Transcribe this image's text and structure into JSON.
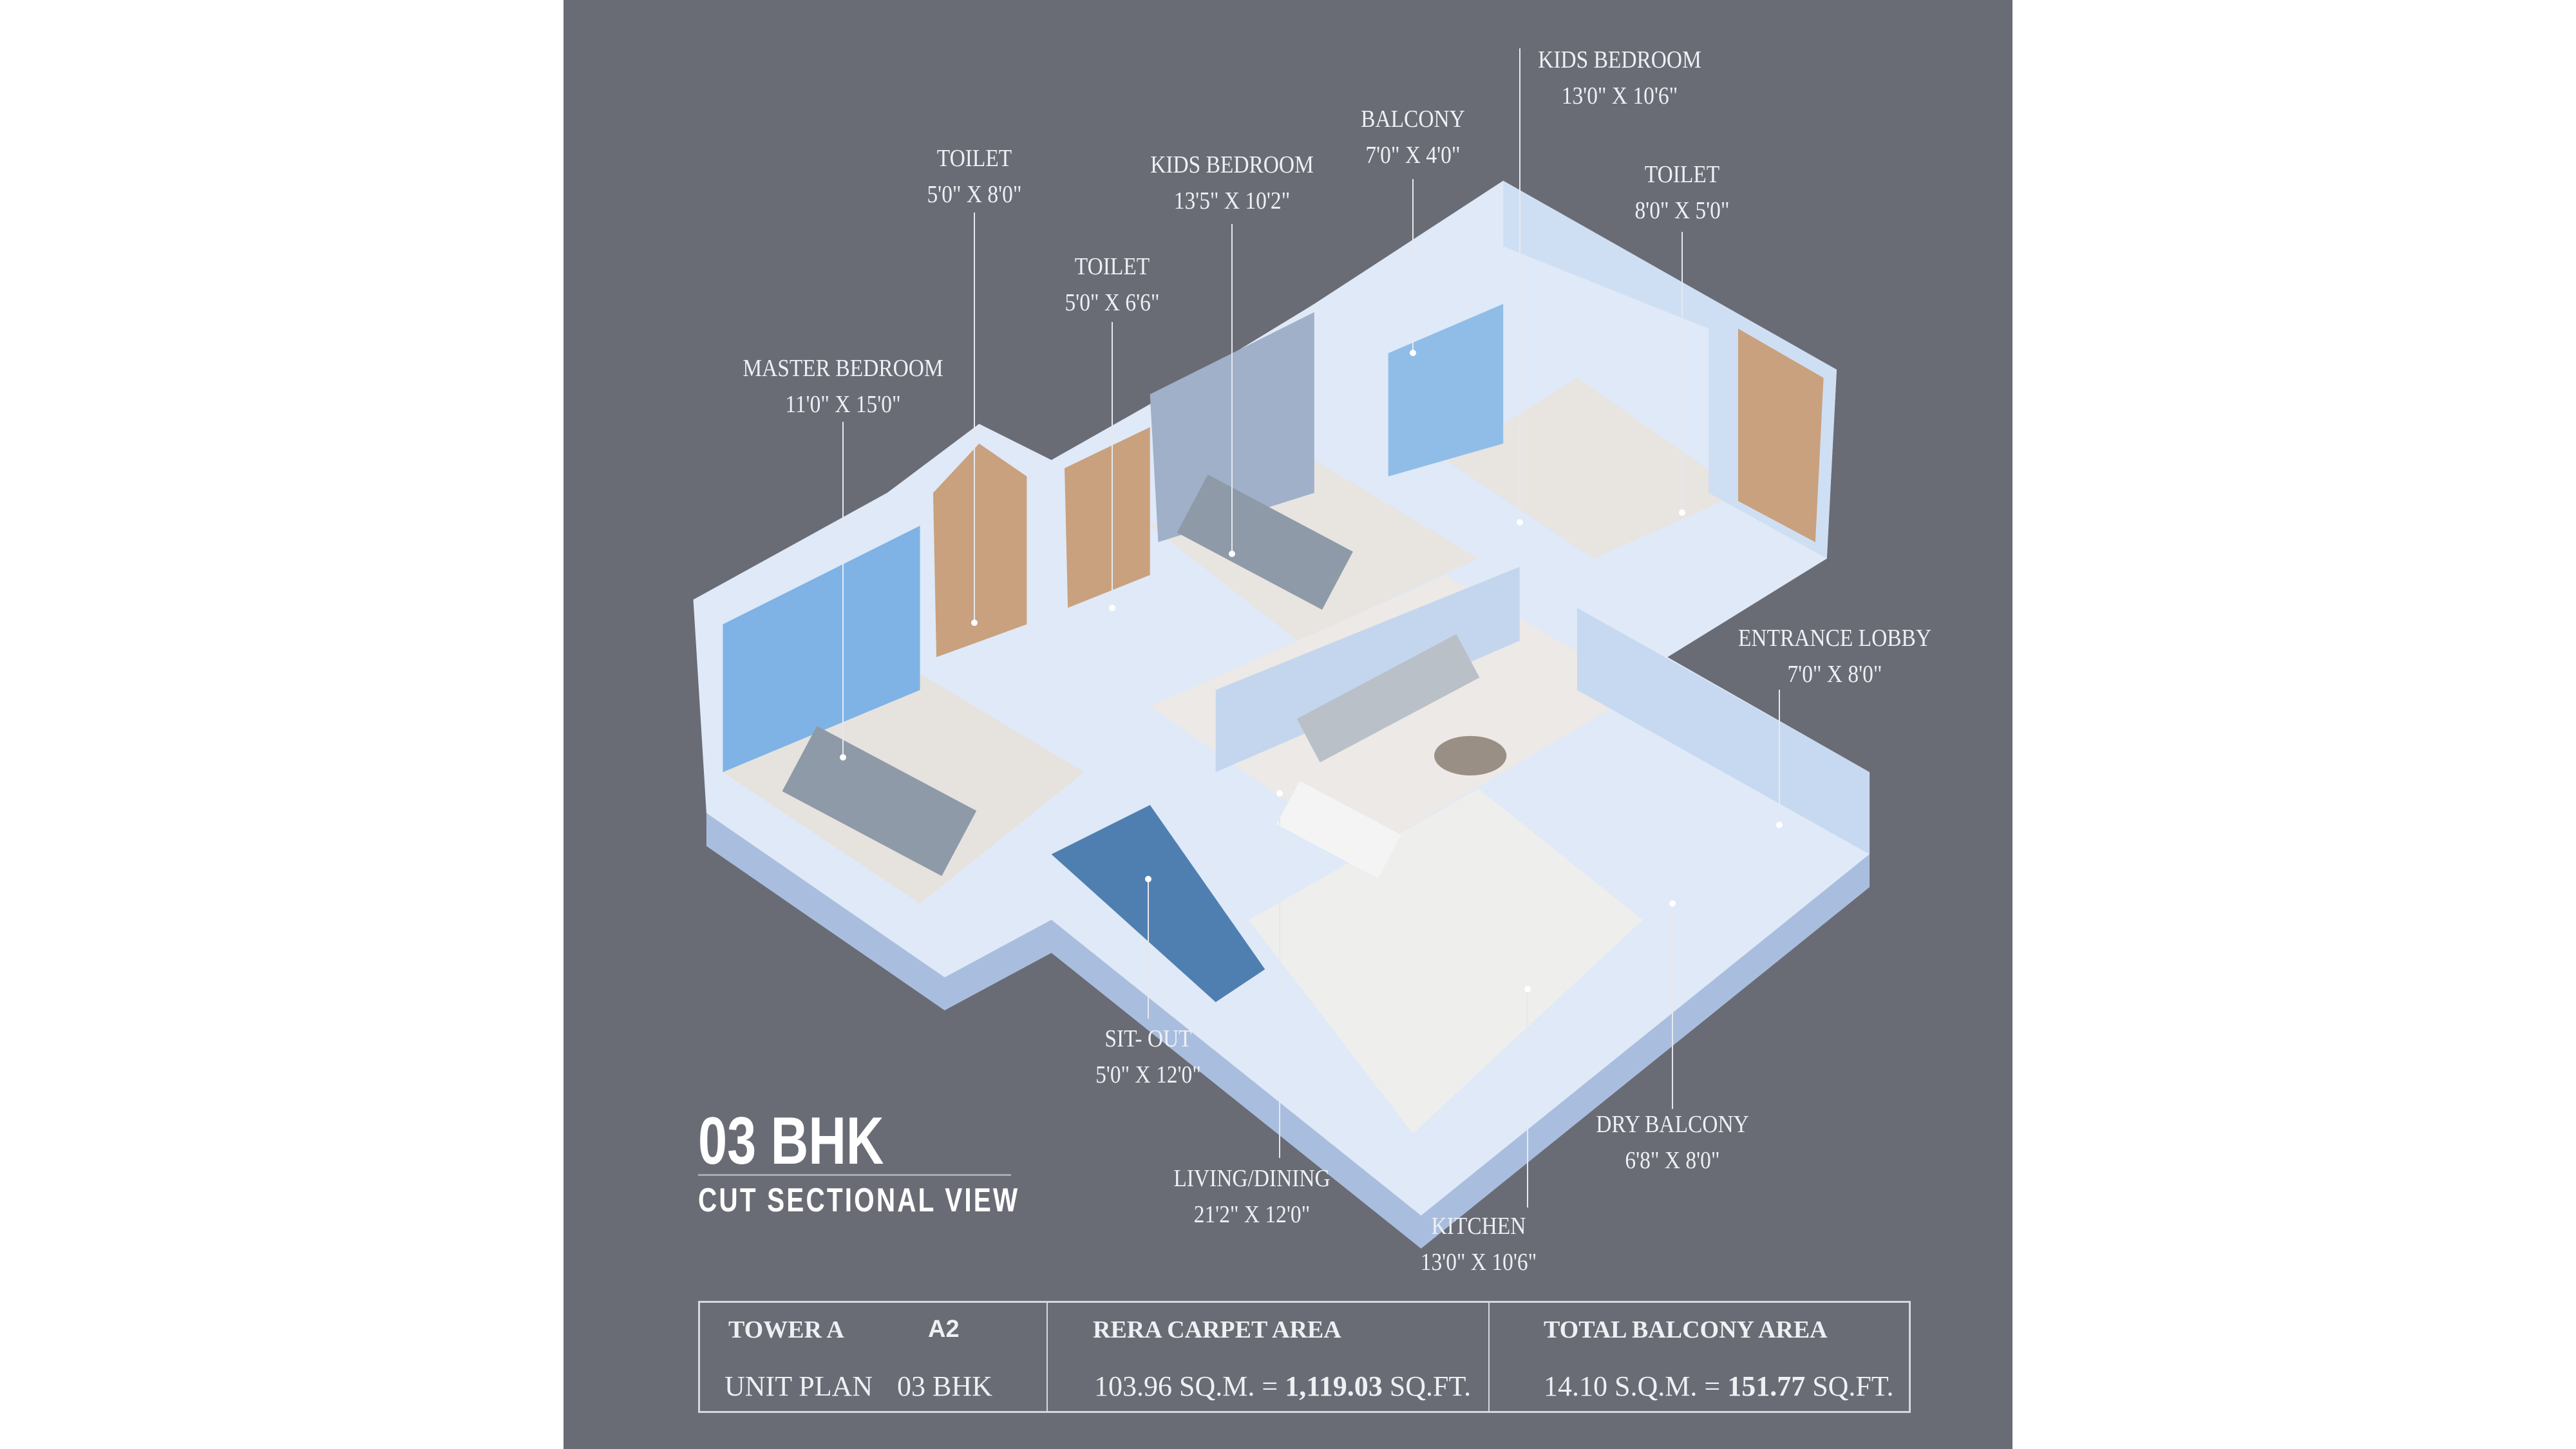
{
  "title": {
    "heading": "03 BHK",
    "subtitle": "CUT SECTIONAL VIEW"
  },
  "rooms": [
    {
      "name": "TOILET",
      "size": "5'0\" X 8'0\""
    },
    {
      "name": "KIDS BEDROOM",
      "size": "13'5\" X 10'2\""
    },
    {
      "name": "BALCONY",
      "size": "7'0\" X 4'0\""
    },
    {
      "name": "KIDS BEDROOM",
      "size": "13'0\" X 10'6\""
    },
    {
      "name": "TOILET",
      "size": "8'0\" X 5'0\""
    },
    {
      "name": "TOILET",
      "size": "5'0\" X 6'6\""
    },
    {
      "name": "MASTER BEDROOM",
      "size": "11'0\" X 15'0\""
    },
    {
      "name": "ENTRANCE LOBBY",
      "size": "7'0\" X 8'0\""
    },
    {
      "name": "SIT- OUT",
      "size": "5'0\" X 12'0\""
    },
    {
      "name": "LIVING/DINING",
      "size": "21'2\" X 12'0\""
    },
    {
      "name": "DRY BALCONY",
      "size": "6'8\" X 8'0\""
    },
    {
      "name": "KITCHEN",
      "size": "13'0\" X 10'6\""
    }
  ],
  "info": {
    "tower": "TOWER A",
    "unit_code": "A2",
    "unit_plan_label": "UNIT PLAN",
    "unit_plan_value": "03 BHK",
    "carpet_label": "RERA CARPET AREA",
    "carpet_sqm": "103.96 SQ.M. =",
    "carpet_sqft_value": "1,119.03",
    "carpet_sqft_unit": "SQ.FT.",
    "balcony_label": "TOTAL BALCONY AREA",
    "balcony_sqm": "14.10 S.Q.M. =",
    "balcony_sqft_value": "151.77",
    "balcony_sqft_unit": "SQ.FT."
  },
  "colors": {
    "background": "#6a6c75",
    "wall": "#dfe9f7",
    "wall_shade": "#b8cdea",
    "floor": "#ece9e6",
    "wood": "#c9a17e"
  }
}
